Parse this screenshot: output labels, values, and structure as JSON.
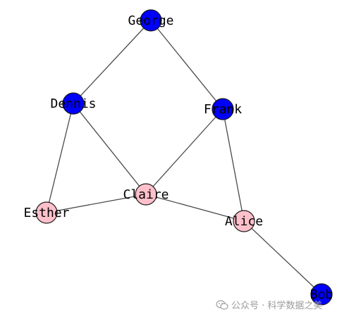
{
  "graph": {
    "nodes": [
      {
        "id": "george",
        "label": "George",
        "color": "#0000ff"
      },
      {
        "id": "dennis",
        "label": "Dennis",
        "color": "#0000ff"
      },
      {
        "id": "frank",
        "label": "Frank",
        "color": "#0000ff"
      },
      {
        "id": "claire",
        "label": "Claire",
        "color": "#ffc0cb"
      },
      {
        "id": "esther",
        "label": "Esther",
        "color": "#ffc0cb"
      },
      {
        "id": "alice",
        "label": "Alice",
        "color": "#ffc0cb"
      },
      {
        "id": "bob",
        "label": "Bob",
        "color": "#0000ff"
      }
    ],
    "edges": [
      [
        "george",
        "dennis"
      ],
      [
        "george",
        "frank"
      ],
      [
        "dennis",
        "esther"
      ],
      [
        "dennis",
        "claire"
      ],
      [
        "frank",
        "claire"
      ],
      [
        "frank",
        "alice"
      ],
      [
        "esther",
        "claire"
      ],
      [
        "claire",
        "alice"
      ],
      [
        "alice",
        "bob"
      ]
    ]
  },
  "watermark": {
    "text": "公众号 · 科学数据之美"
  }
}
